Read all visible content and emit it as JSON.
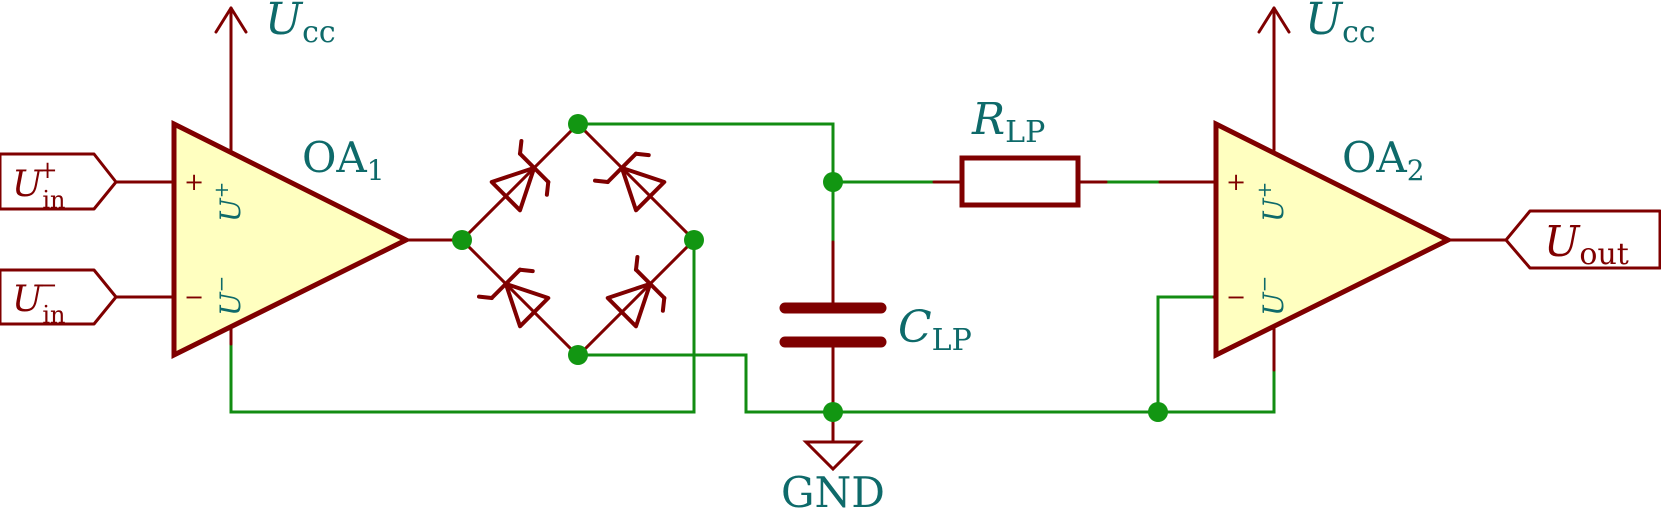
{
  "colors": {
    "component": "#7f0000",
    "wire": "#128c12",
    "junction": "#129612",
    "text": "#0e6a6a",
    "opamp_fill": "#ffffc0"
  },
  "opamp1": {
    "name_main": "OA",
    "name_sub": "1",
    "plus_sign": "+",
    "minus_sign": "−",
    "rail_plus_main": "U",
    "rail_plus_sup": "+",
    "rail_minus_main": "U",
    "rail_minus_sup": "−"
  },
  "opamp2": {
    "name_main": "OA",
    "name_sub": "2",
    "plus_sign": "+",
    "minus_sign": "−",
    "rail_plus_main": "U",
    "rail_plus_sup": "+",
    "rail_minus_main": "U",
    "rail_minus_sup": "−"
  },
  "supply1": {
    "main": "U",
    "sub": "cc"
  },
  "supply2": {
    "main": "U",
    "sub": "cc"
  },
  "input_plus": {
    "main": "U",
    "sub": "in",
    "sup": "+"
  },
  "input_minus": {
    "main": "U",
    "sub": "in",
    "sup": "−"
  },
  "output": {
    "main": "U",
    "sub": "out"
  },
  "resistor": {
    "main": "R",
    "sub": "LP"
  },
  "capacitor": {
    "main": "C",
    "sub": "LP"
  },
  "ground": {
    "label": "GND"
  }
}
